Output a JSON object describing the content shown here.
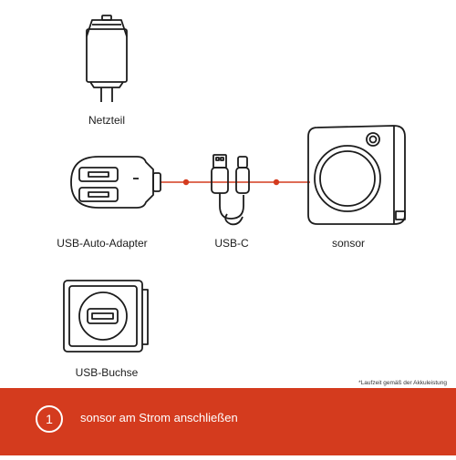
{
  "labels": {
    "power_supply": "Netzteil",
    "car_adapter": "USB-Auto-Adapter",
    "usb_c": "USB-C",
    "sensor": "sonsor",
    "usb_socket": "USB-Buchse"
  },
  "footnote": "*Laufzeit gemäß der Akkuleistung",
  "footer": {
    "step_number": "1",
    "step_text": "sonsor am Strom anschließen"
  },
  "colors": {
    "accent": "#d43b1e",
    "line": "#1c1c1c"
  }
}
